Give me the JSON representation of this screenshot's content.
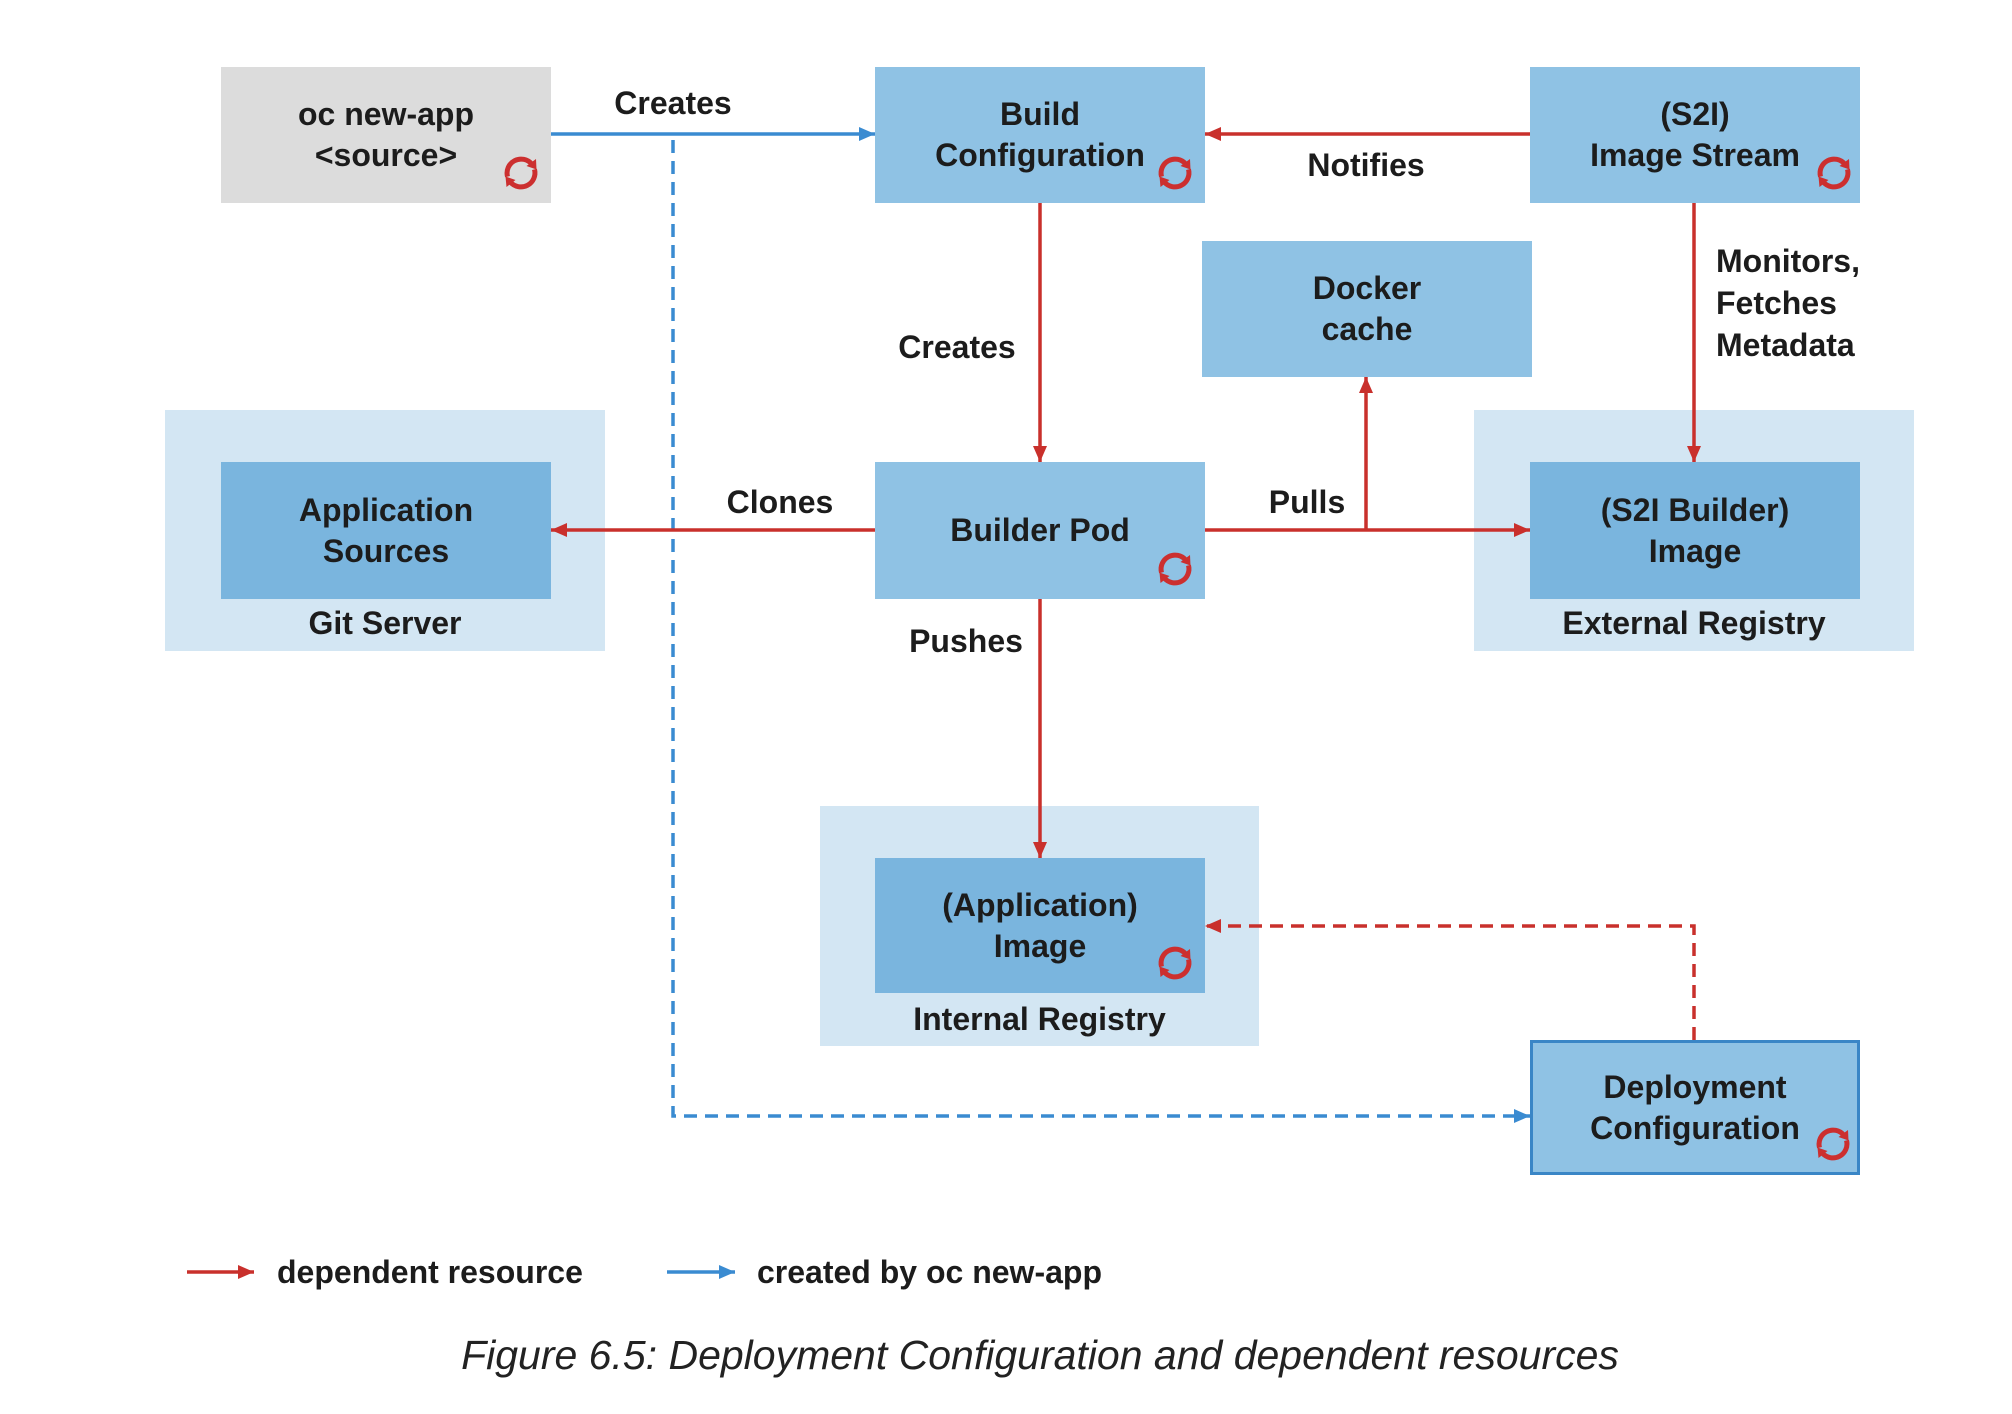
{
  "diagram": {
    "nodes": {
      "oc_new_app": {
        "lines": [
          "oc new-app",
          "<source>"
        ],
        "icon": "openshift-cycle-icon"
      },
      "build_configuration": {
        "lines": [
          "Build",
          "Configuration"
        ],
        "icon": "openshift-cycle-icon"
      },
      "image_stream": {
        "lines": [
          "(S2I)",
          "Image Stream"
        ],
        "icon": "openshift-cycle-icon"
      },
      "docker_cache": {
        "lines": [
          "Docker",
          "cache"
        ]
      },
      "application_sources": {
        "lines": [
          "Application",
          "Sources"
        ]
      },
      "builder_pod": {
        "lines": [
          "Builder Pod"
        ],
        "icon": "openshift-cycle-icon"
      },
      "s2i_builder_image": {
        "lines": [
          "(S2I Builder)",
          "Image"
        ]
      },
      "application_image": {
        "lines": [
          "(Application)",
          "Image"
        ],
        "icon": "openshift-cycle-icon"
      },
      "deployment_configuration": {
        "lines": [
          "Deployment",
          "Configuration"
        ],
        "icon": "openshift-cycle-icon"
      }
    },
    "groups": {
      "git_server": {
        "label": "Git Server"
      },
      "external_registry": {
        "label": "External Registry"
      },
      "internal_registry": {
        "label": "Internal Registry"
      }
    },
    "edges": {
      "oc_new_app__build_configuration": {
        "label": "Creates",
        "color": "#3a8bd1",
        "dashed": false
      },
      "oc_new_app__deployment_configuration": {
        "color": "#3a8bd1",
        "dashed": true
      },
      "image_stream__build_configuration": {
        "label": "Notifies",
        "color": "#c9302c",
        "dashed": false
      },
      "build_configuration__builder_pod": {
        "label": "Creates",
        "color": "#c9302c",
        "dashed": false
      },
      "image_stream__s2i_builder_image": {
        "label_lines": [
          "Monitors,",
          "Fetches",
          "Metadata"
        ],
        "color": "#c9302c",
        "dashed": false
      },
      "builder_pod__application_sources": {
        "label": "Clones",
        "color": "#c9302c",
        "dashed": false
      },
      "builder_pod__s2i_builder_image": {
        "label": "Pulls",
        "color": "#c9302c",
        "dashed": false
      },
      "builder_pod__docker_cache": {
        "color": "#c9302c",
        "dashed": false
      },
      "builder_pod__application_image": {
        "label": "Pushes",
        "color": "#c9302c",
        "dashed": false
      },
      "deployment_configuration__application_image": {
        "color": "#c9302c",
        "dashed": true
      }
    }
  },
  "legend": {
    "dependent_resource": {
      "label": "dependent resource",
      "color": "#c9302c"
    },
    "created_by_oc_new_app": {
      "label": "created by oc new-app",
      "color": "#3a8bd1"
    }
  },
  "caption": "Figure 6.5: Deployment Configuration and dependent resources",
  "colors": {
    "node_fill": "#8fc2e4",
    "registry_node_fill": "#7ab5de",
    "group_fill": "#d3e6f3",
    "command_node_fill": "#dcdcdc",
    "deployment_border": "#3a86c6",
    "dependent": "#c9302c",
    "created": "#3a8bd1",
    "icon": "#cc2f2f",
    "text": "#1c1c1c"
  }
}
